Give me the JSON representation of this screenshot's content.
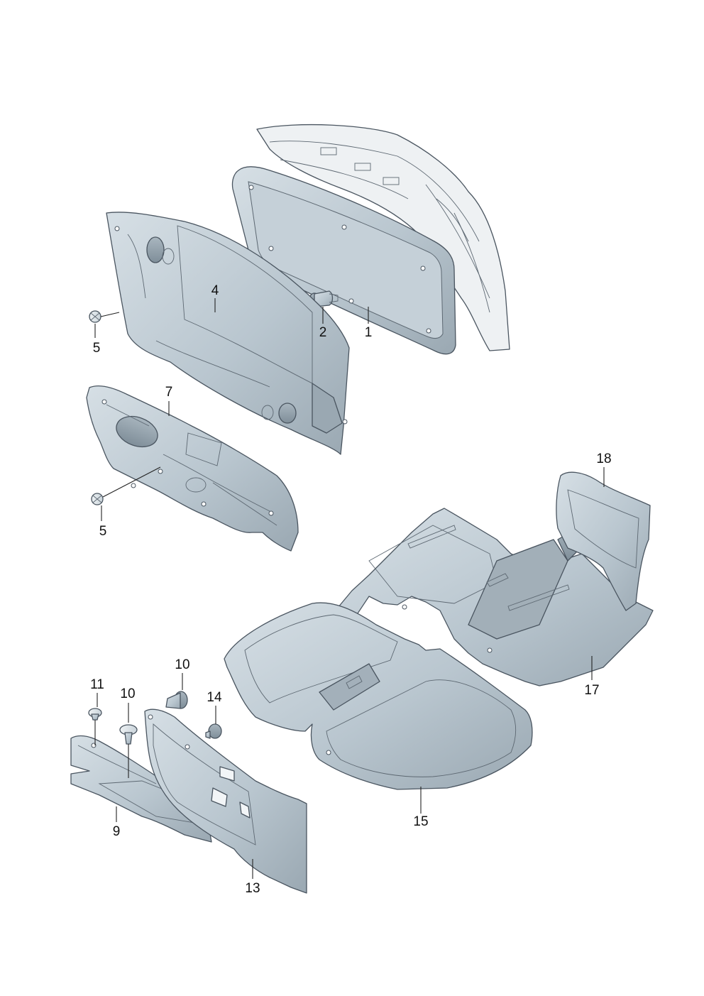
{
  "colors": {
    "part_face": "#b9c6cf",
    "part_face_light": "#d6dfe5",
    "part_face_dark": "#8e9ca6",
    "edge": "#4a5560",
    "panel_body": "#e9edf0",
    "callout_text": "#111111"
  },
  "callouts": {
    "c1": "1",
    "c2": "2",
    "c4": "4",
    "c5a": "5",
    "c5b": "5",
    "c7": "7",
    "c9": "9",
    "c10a": "10",
    "c10b": "10",
    "c11": "11",
    "c13": "13",
    "c14": "14",
    "c15": "15",
    "c17": "17",
    "c18": "18"
  }
}
